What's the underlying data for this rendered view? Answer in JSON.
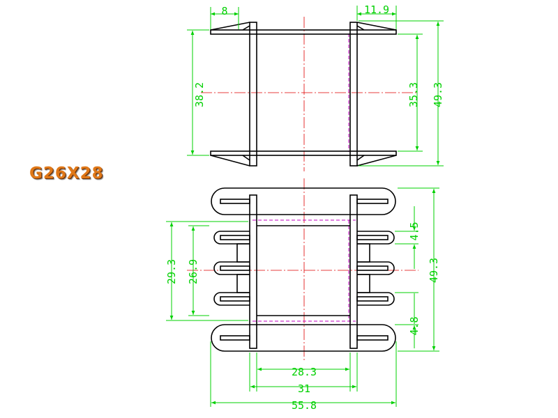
{
  "title": "G26X28",
  "colors": {
    "outline": "#000000",
    "dimension": "#00d000",
    "centerline": "#e00000",
    "hidden": "#c000c0",
    "label": "#e07818"
  },
  "top_view": {
    "dims": {
      "flange_left": "8",
      "flange_right": "11.9",
      "inner_height": "38.2",
      "window_height": "35.3",
      "total_height": "49.3"
    }
  },
  "front_view": {
    "dims": {
      "pin_pitch": "4.5",
      "total_height": "49.3",
      "left_outer": "29.3",
      "left_inner": "26.9",
      "bottom_gap": "4.8",
      "inner_width": "28.3",
      "core_width": "31",
      "total_width": "55.8"
    }
  }
}
